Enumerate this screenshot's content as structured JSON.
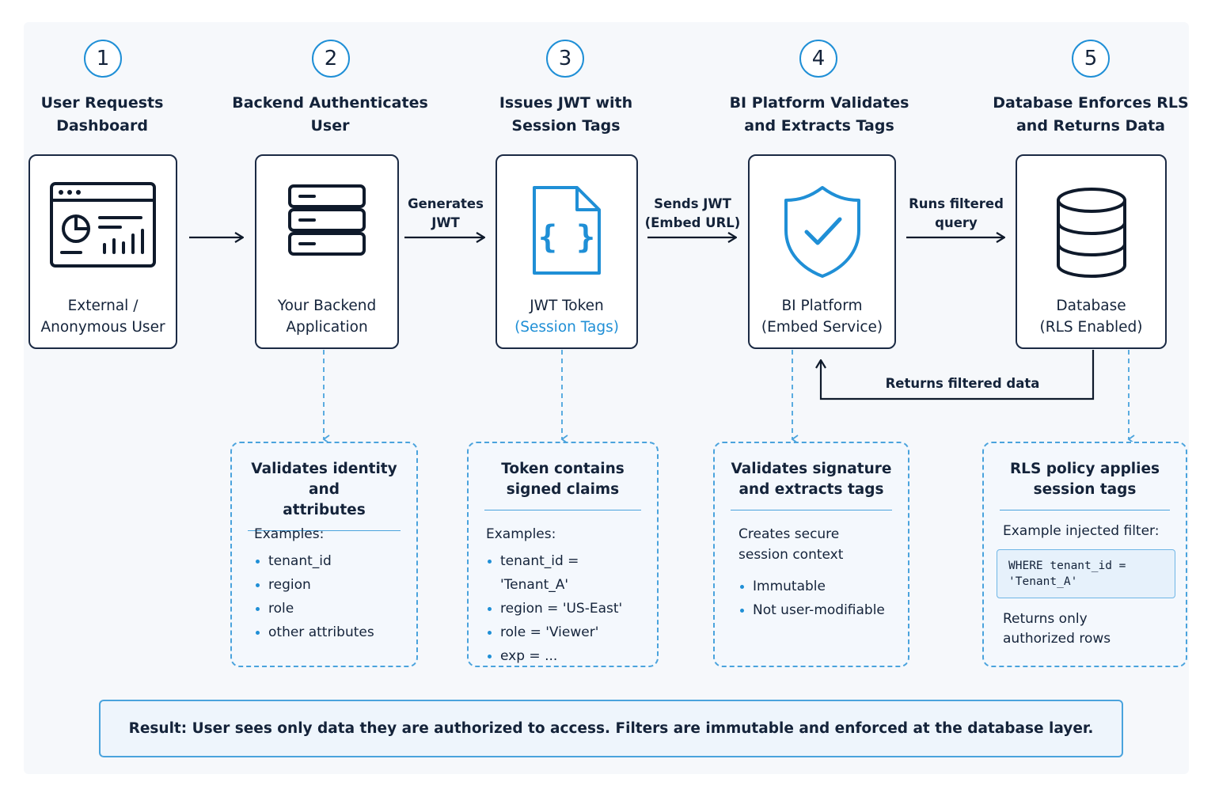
{
  "steps": [
    {
      "num": "1",
      "title": "User Requests\nDashboard"
    },
    {
      "num": "2",
      "title": "Backend Authenticates\nUser"
    },
    {
      "num": "3",
      "title": "Issues JWT with\nSession Tags"
    },
    {
      "num": "4",
      "title": "BI Platform Validates\nand Extracts Tags"
    },
    {
      "num": "5",
      "title": "Database Enforces RLS\nand Returns Data"
    }
  ],
  "nodes": [
    {
      "line1": "External /",
      "line2": "Anonymous User",
      "icon": "dashboard-icon"
    },
    {
      "line1": "Your Backend",
      "line2": "Application",
      "icon": "server-icon"
    },
    {
      "line1": "JWT Token",
      "line2": "(Session Tags)",
      "icon": "json-file-icon"
    },
    {
      "line1": "BI Platform",
      "line2": "(Embed Service)",
      "icon": "shield-check-icon"
    },
    {
      "line1": "Database",
      "line2": "(RLS Enabled)",
      "icon": "database-icon"
    }
  ],
  "connectors": {
    "generates": "Generates\nJWT",
    "sends": "Sends JWT\n(Embed URL)",
    "runs": "Runs filtered\nquery",
    "returns": "Returns filtered data"
  },
  "details": [
    {
      "title": "Validates identity and\nattributes",
      "intro": "Examples:",
      "items": [
        "tenant_id",
        "region",
        "role",
        "other attributes"
      ]
    },
    {
      "title": "Token contains\nsigned claims",
      "intro": "Examples:",
      "items": [
        "tenant_id = 'Tenant_A'",
        "region = 'US-East'",
        "role = 'Viewer'",
        "exp = ..."
      ]
    },
    {
      "title": "Validates signature\nand extracts tags",
      "intro": "Creates secure\nsession context",
      "items": [
        "Immutable",
        "Not user-modifiable"
      ]
    },
    {
      "title": "RLS policy applies\nsession tags",
      "intro": "Example injected filter:",
      "code": "WHERE tenant_id =\n'Tenant_A'",
      "after": "Returns only\nauthorized rows"
    }
  ],
  "result": "Result: User sees only data they are authorized to access. Filters are immutable and enforced at the database layer.",
  "colors": {
    "accent": "#1f8fd6",
    "ink": "#1b2a44",
    "dashed": "#4aa3dd"
  }
}
